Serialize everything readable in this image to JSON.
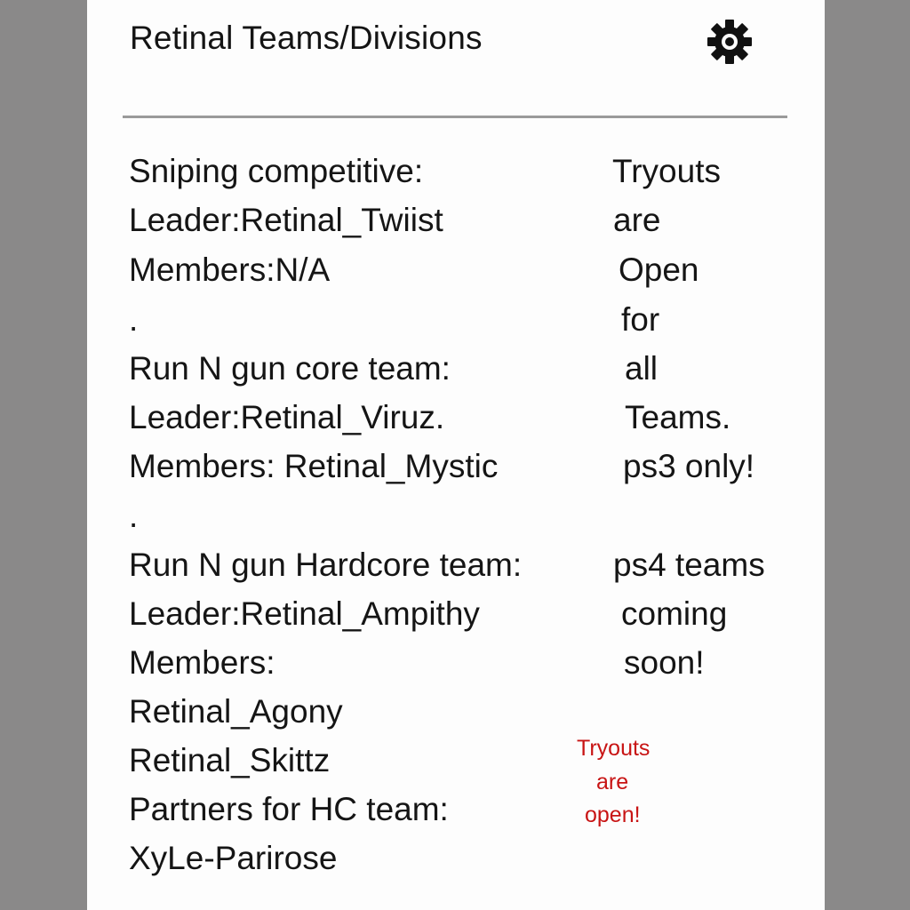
{
  "header": {
    "title": "Retinal Teams/Divisions",
    "settings_icon": "gear-icon"
  },
  "left_lines": [
    "Sniping competitive:",
    "Leader:Retinal_Twiist",
    "Members:N/A",
    ".",
    "Run N gun core team:",
    "Leader:Retinal_Viruz.",
    "Members: Retinal_Mystic",
    ".",
    "Run N gun Hardcore team:",
    "Leader:Retinal_Ampithy",
    "Members:",
    "Retinal_Agony",
    "Retinal_Skittz",
    "Partners for HC team:",
    "XyLe-Parirose"
  ],
  "right_lines": [
    "Tryouts",
    "are",
    "Open",
    "for",
    "all",
    "Teams.",
    "ps3 only!",
    "ps4 teams",
    "coming",
    "soon!"
  ],
  "red_note": [
    "Tryouts",
    "are",
    "open!"
  ],
  "colors": {
    "background": "#8a8989",
    "panel": "#fdfdfd",
    "text": "#151515",
    "note": "#c81414",
    "divider": "#9a9a9a"
  }
}
